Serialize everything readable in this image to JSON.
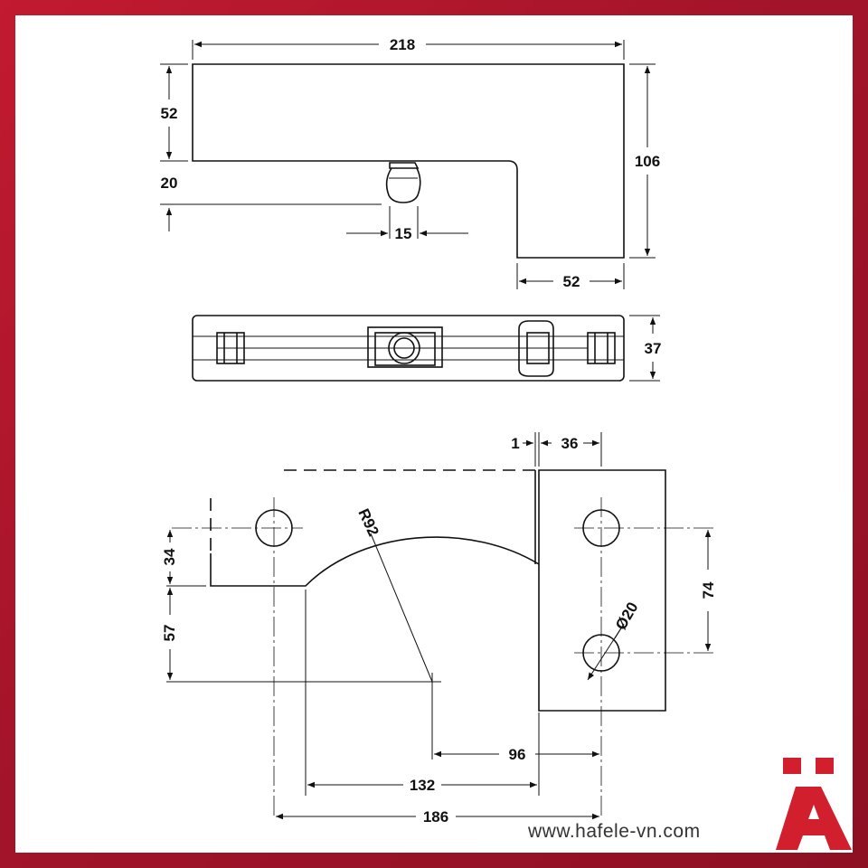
{
  "views": {
    "top": {
      "dims": {
        "width": "218",
        "upper_height": "52",
        "gap": "20",
        "pin": "15",
        "total_height": "106",
        "lower_width": "52"
      }
    },
    "side": {
      "dims": {
        "thickness": "37"
      }
    },
    "bottom": {
      "dims": {
        "gap_small": "1",
        "offset": "36",
        "left_hole": "34",
        "left_lower": "57",
        "radius": "R92",
        "spacing": "74",
        "hole_diameter": "Ø20",
        "d96": "96",
        "d132": "132",
        "d186": "186"
      }
    }
  },
  "watermark": "www.hafele-vn.com",
  "logo": {
    "accent": "#d11f2e"
  }
}
